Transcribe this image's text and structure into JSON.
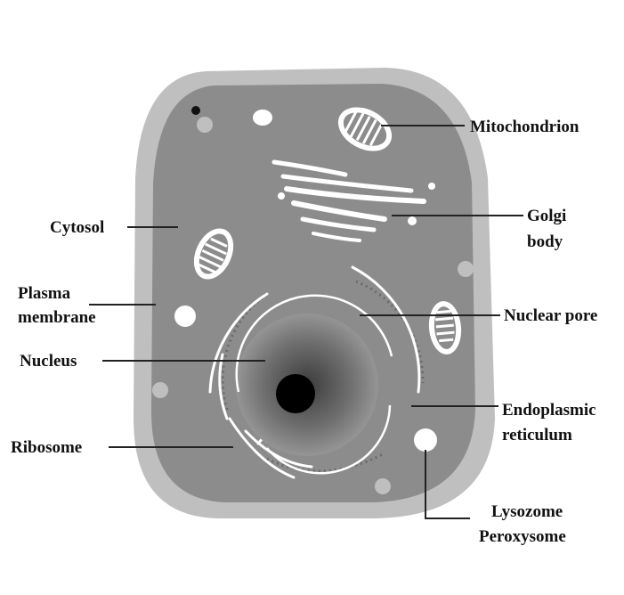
{
  "diagram": {
    "labels": {
      "mitochondrion": "Mitochondrion",
      "golgi_line1": "Golgi",
      "golgi_line2": "body",
      "cytosol": "Cytosol",
      "plasma_line1": "Plasma",
      "plasma_line2": "membrane",
      "nuclear_pore": "Nuclear pore",
      "nucleus": "Nucleus",
      "er_line1": "Endoplasmic",
      "er_line2": "reticulum",
      "ribosome": "Ribosome",
      "lysozome": "Lysozome",
      "peroxysome": "Peroxysome"
    },
    "colors": {
      "outer_wall": "#bfbfbf",
      "cytoplasm": "#8c8c8c",
      "organelle_fill": "#ffffff",
      "nucleolus": "#000000",
      "nucleus_center": "#4a4a4a",
      "nucleus_edge": "#8f8f8f",
      "label_text": "#111111"
    }
  }
}
